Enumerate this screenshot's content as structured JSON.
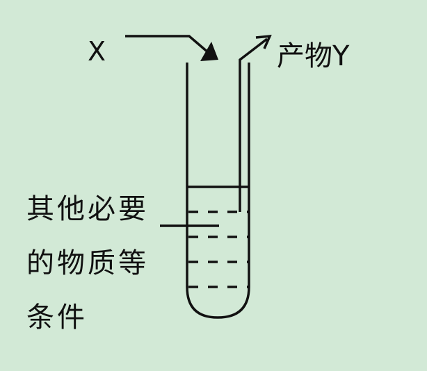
{
  "labels": {
    "reactant": "X",
    "product": "产物Y",
    "condition_lines": [
      "其他必要",
      "的物质等",
      "条件"
    ]
  },
  "colors": {
    "background": "#d2e9d6",
    "stroke": "#111111"
  }
}
